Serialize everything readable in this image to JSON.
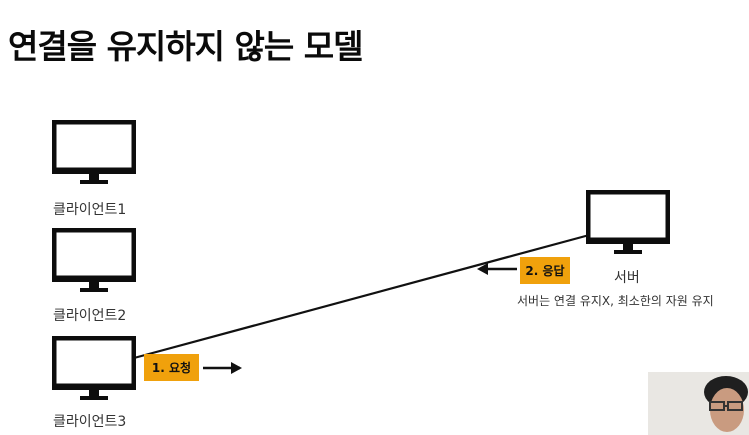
{
  "title": "연결을 유지하지 않는 모델",
  "clients": [
    {
      "label": "클라이언트1"
    },
    {
      "label": "클라이언트2"
    },
    {
      "label": "클라이언트3"
    }
  ],
  "server": {
    "label": "서버",
    "note": "서버는 연결 유지X, 최소한의 자원 유지"
  },
  "request_badge": "1. 요청",
  "response_badge": "2. 응답",
  "colors": {
    "badge": "#f0a10c",
    "monitor": "#0d0d0d",
    "line": "#111111"
  },
  "icons": [
    "monitor-icon",
    "arrow-right-icon",
    "arrow-left-icon"
  ]
}
